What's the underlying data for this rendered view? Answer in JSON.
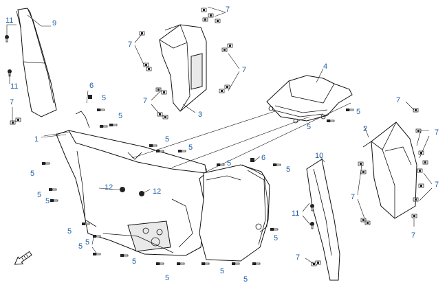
{
  "diagram": {
    "parts": {
      "front_panel": "1",
      "right_side_panel": "2",
      "left_upper_cover": "3",
      "rear_rack_cover": "4",
      "screw": "5",
      "cable_clip": "6",
      "clip_fastener": "7",
      "left_body_panel": "9",
      "right_lower_panel": "10",
      "push_rivet": "11",
      "grommet": "12"
    },
    "colors": {
      "callout": "#1f5fa8",
      "line": "#111111"
    },
    "orientation_icon": "front-arrow-icon"
  }
}
